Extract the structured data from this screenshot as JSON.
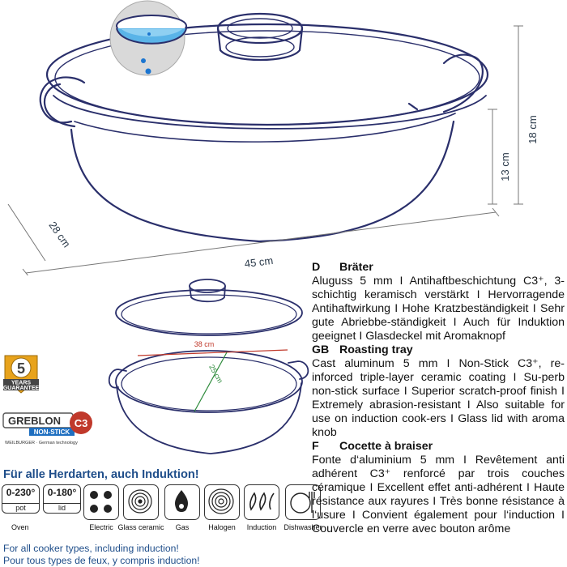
{
  "dimensions": {
    "height_total": "18 cm",
    "height_body": "13 cm",
    "depth": "28 cm",
    "width": "45 cm",
    "inner_length": "38 cm",
    "inner_width": "25 cm"
  },
  "guarantee_badge": {
    "number": "5",
    "line1": "YEARS",
    "line2": "GUARANTEE"
  },
  "greblon_badge": {
    "brand": "GREBLON",
    "sub": "NON-STICK",
    "maker": "WEILBURGER · German technology",
    "grade": "C3"
  },
  "cookers": {
    "title": "Für alle Herdarten, auch Induktion!",
    "oven": {
      "value": "0-230°",
      "sub": "pot",
      "label": "Oven"
    },
    "lid": {
      "value": "0-180°",
      "sub": "lid"
    },
    "icons": [
      {
        "label": "Electric"
      },
      {
        "label": "Glass ceramic"
      },
      {
        "label": "Gas"
      },
      {
        "label": "Halogen"
      },
      {
        "label": "Induction"
      },
      {
        "label": "Dishwasher"
      }
    ],
    "line_en": "For all cooker types, including induction!",
    "line_fr": "Pour tous types de feux, y compris induction!"
  },
  "info": [
    {
      "code": "D",
      "title": "Bräter",
      "body": "Aluguss 5 mm I Antihaftbeschichtung C3⁺, 3-schichtig keramisch verstärkt I Hervorragende Antihaftwirkung I Hohe Kratzbeständigkeit I Sehr gute Abriebbe-ständigkeit I Auch für Induktion geeignet I Glasdeckel mit Aromaknopf"
    },
    {
      "code": "GB",
      "title": "Roasting tray",
      "body": "Cast aluminum 5 mm I Non-Stick C3⁺, re-inforced triple-layer ceramic coating I Su-perb non-stick surface I Superior scratch-proof finish I Extremely abrasion-resistant I Also suitable for use on induction cook-ers I Glass lid with aroma knob"
    },
    {
      "code": "F",
      "title": "Cocette à braiser",
      "body": "Fonte d‘aluminium 5 mm I Revêtement anti adhérent C3⁺ renforcé par trois couches céramique I Excellent effet anti-adhérent I Haute résistance aux rayures I Très bonne résistance à l‘usure I Convient également pour l‘induction I Couvercle en verre avec bouton arôme"
    }
  ],
  "colors": {
    "outline": "#2a2f6b",
    "accent_blue": "#1f4e8a",
    "dimension_green": "#2e8b3c",
    "dimension_red": "#c0392b",
    "water": "#5ab4e8"
  }
}
